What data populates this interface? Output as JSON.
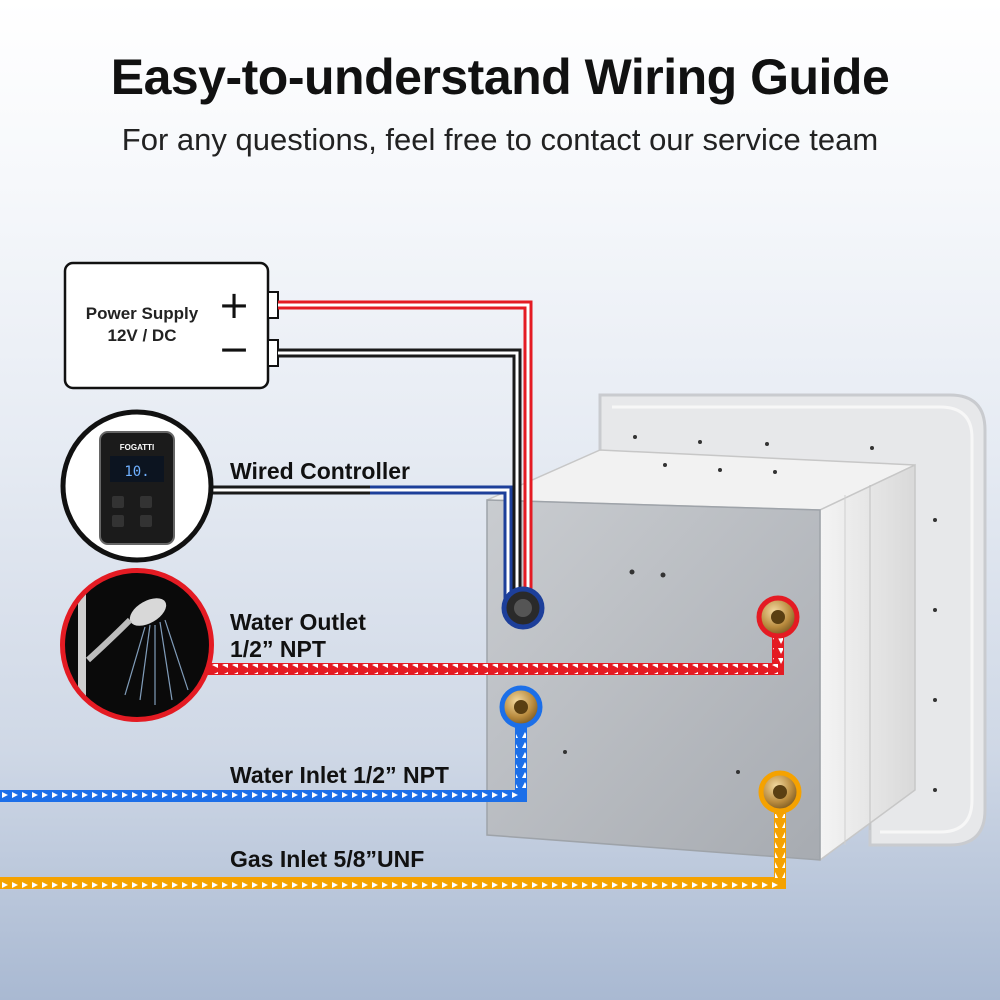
{
  "title": "Easy-to-understand Wiring Guide",
  "subtitle": "For any questions, feel free to contact our service team",
  "power_supply": {
    "line1": "Power Supply",
    "line2": "12V / DC",
    "plus": "+",
    "minus": "−"
  },
  "labels": {
    "wired_controller": "Wired Controller",
    "water_outlet_1": "Water Outlet",
    "water_outlet_2": "1/2” NPT",
    "water_inlet": "Water Inlet 1/2” NPT",
    "gas_inlet": "Gas Inlet 5/8”UNF"
  },
  "controller": {
    "brand": "FOGATTI",
    "display": "10."
  },
  "colors": {
    "power_positive": "#e41b23",
    "power_negative": "#1a1a1a",
    "controller_wire": "#1d3f9a",
    "water_outlet": "#e41b23",
    "water_inlet": "#1c6fe8",
    "gas_inlet": "#f5a200"
  }
}
